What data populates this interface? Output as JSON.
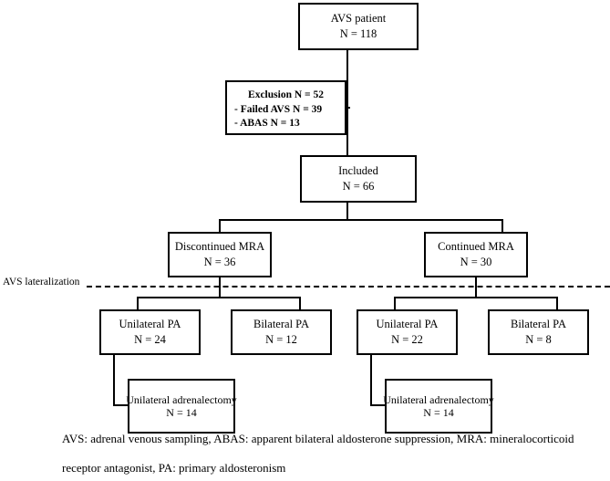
{
  "diagram": {
    "title": "AVS patient flow diagram",
    "type": "flowchart",
    "boxes": {
      "avs_patient": {
        "line1": "AVS patient",
        "line2": "N = 118"
      },
      "exclusion": {
        "line1": "Exclusion N = 52",
        "line2": "- Failed AVS N = 39",
        "line3": "- ABAS N = 13"
      },
      "included": {
        "line1": "Included",
        "line2": "N = 66"
      },
      "discontinued_mra": {
        "line1": "Discontinued MRA",
        "line2": "N = 36"
      },
      "continued_mra": {
        "line1": "Continued MRA",
        "line2": "N = 30"
      },
      "disc_unilateral_pa": {
        "line1": "Unilateral PA",
        "line2": "N = 24"
      },
      "disc_bilateral_pa": {
        "line1": "Bilateral PA",
        "line2": "N = 12"
      },
      "cont_unilateral_pa": {
        "line1": "Unilateral PA",
        "line2": "N = 22"
      },
      "cont_bilateral_pa": {
        "line1": "Bilateral PA",
        "line2": "N = 8"
      },
      "disc_adrenalectomy": {
        "line1": "Unilateral adrenalectomy",
        "line2": "N = 14"
      },
      "cont_adrenalectomy": {
        "line1": "Unilateral adrenalectomy",
        "line2": "N = 14"
      }
    },
    "lateralization_label": "AVS lateralization",
    "footnote": {
      "line1": "AVS: adrenal venous sampling, ABAS: apparent bilateral aldosterone suppression, MRA: mineralocorticoid",
      "line2": "receptor antagonist, PA: primary aldosteronism"
    }
  }
}
